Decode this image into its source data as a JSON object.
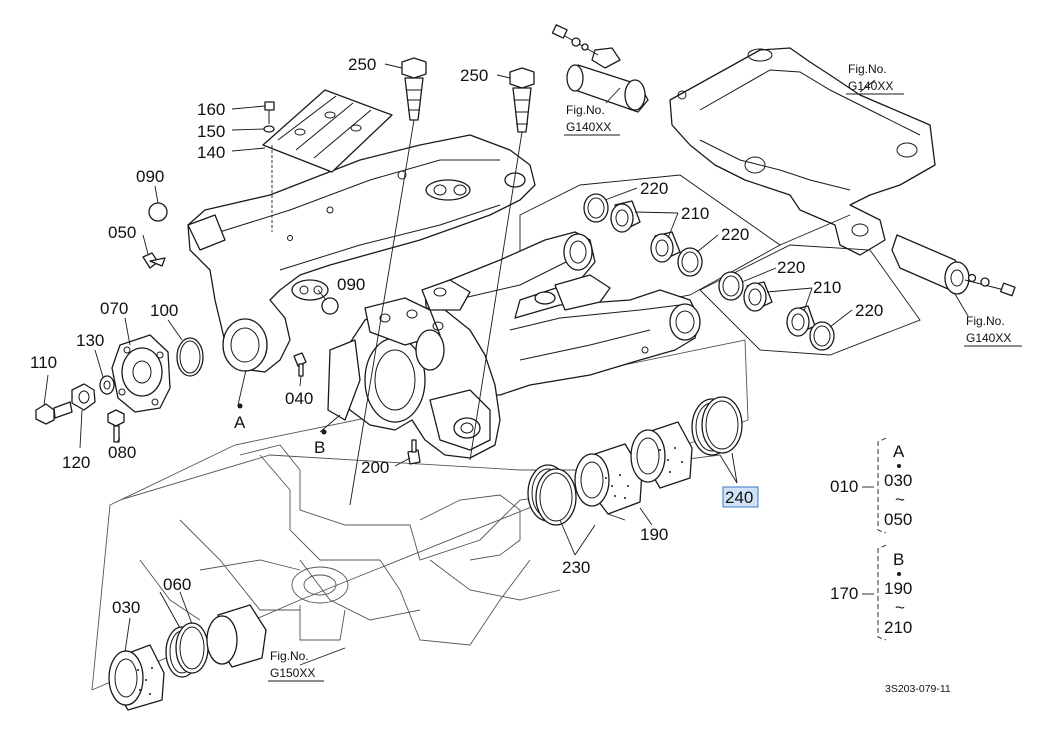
{
  "drawing_code": "3S203-079-11",
  "fig_refs": {
    "top_center": [
      "Fig.No.",
      "G140XX"
    ],
    "top_right": [
      "Fig.No.",
      "G140XX"
    ],
    "right_mid": [
      "Fig.No.",
      "G140XX"
    ],
    "bottom": [
      "Fig.No.",
      "G150XX"
    ]
  },
  "callouts": {
    "c250a": "250",
    "c250b": "250",
    "c160": "160",
    "c150": "150",
    "c140": "140",
    "c090a": "090",
    "c090b": "090",
    "c050": "050",
    "c070": "070",
    "c100": "100",
    "c130": "130",
    "c110": "110",
    "c120": "120",
    "c080": "080",
    "c040": "040",
    "c200": "200",
    "c220a": "220",
    "c220b": "220",
    "c220c": "220",
    "c220d": "220",
    "c210a": "210",
    "c210b": "210",
    "c190": "190",
    "c230": "230",
    "c240": "240",
    "c030": "030",
    "c060": "060"
  },
  "markers": {
    "A": "A",
    "B": "B"
  },
  "legend": {
    "set1": {
      "number": "010",
      "marker": "A",
      "from": "030",
      "tilde": "~",
      "to": "050"
    },
    "set2": {
      "number": "170",
      "marker": "B",
      "from": "190",
      "tilde": "~",
      "to": "210"
    }
  },
  "highlight": "240"
}
